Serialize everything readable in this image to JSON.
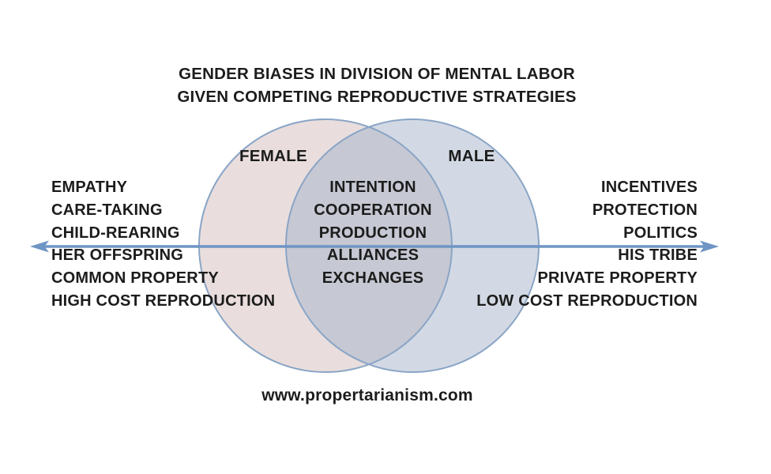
{
  "title": {
    "line1": "GENDER BIASES IN DIVISION OF MENTAL LABOR",
    "line2": "GIVEN COMPETING REPRODUCTIVE STRATEGIES"
  },
  "venn": {
    "left_circle": {
      "label": "FEMALE",
      "fill": "#e9dedd",
      "stroke": "#8aa5c6"
    },
    "right_circle": {
      "label": "MALE",
      "fill": "#d3d9e4",
      "stroke": "#8aa5c6"
    },
    "overlap": {
      "fill": "#c6c8d3"
    },
    "left_items": [
      "EMPATHY",
      "CARE-TAKING",
      "CHILD-REARING",
      "HER OFFSPRING",
      "COMMON PROPERTY",
      "HIGH COST REPRODUCTION"
    ],
    "shared_items": [
      "INTENTION",
      "COOPERATION",
      "PRODUCTION",
      "ALLIANCES",
      "EXCHANGES"
    ],
    "right_items": [
      "INCENTIVES",
      "PROTECTION",
      "POLITICS",
      "HIS TRIBE",
      "PRIVATE PROPERTY",
      "LOW COST REPRODUCTION"
    ],
    "axis_arrow": {
      "color": "#6e95c4"
    }
  },
  "footer": {
    "url": "www.propertarianism.com"
  }
}
